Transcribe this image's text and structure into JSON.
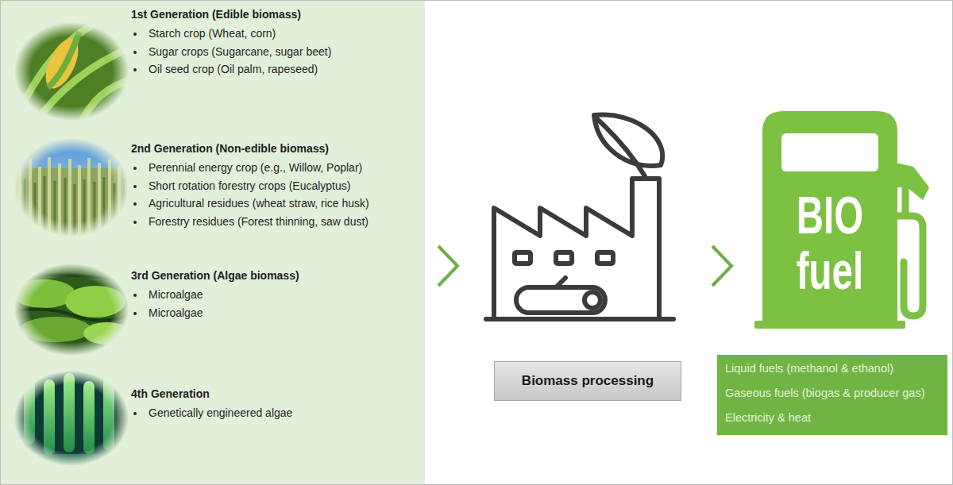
{
  "diagram": {
    "nodes": [
      {
        "text": [
          "1st Generation (Edible biomass)",
          "Starch crop (Wheat, corn)",
          "Sugar crops (Sugarcane, sugar beet)",
          "Oil seed crop (Oil palm, rapeseed)"
        ]
      },
      {
        "text": [
          "2nd Generation (Non-edible biomass)",
          "Perennial energy crop (e.g., Willow, Poplar)",
          "Short rotation forestry crops (Eucalyptus)",
          "Agricultural residues (wheat straw, rice husk)",
          "Forestry residues (Forest thinning, saw dust)"
        ]
      },
      {
        "text": [
          "3rd Generation (Algae biomass)",
          "Microalgae",
          "Microalgae"
        ]
      },
      {
        "text": [
          "4th Generation",
          "Genetically engineered algae"
        ]
      },
      {
        "text": [
          "Biomass processing"
        ]
      },
      {
        "text": [
          "BIO",
          "fuel"
        ]
      },
      {
        "text": [
          "Liquid fuels (methanol & ethanol)",
          "Gaseous fuels (biogas & producer gas)",
          "Electricity & heat"
        ]
      }
    ]
  }
}
